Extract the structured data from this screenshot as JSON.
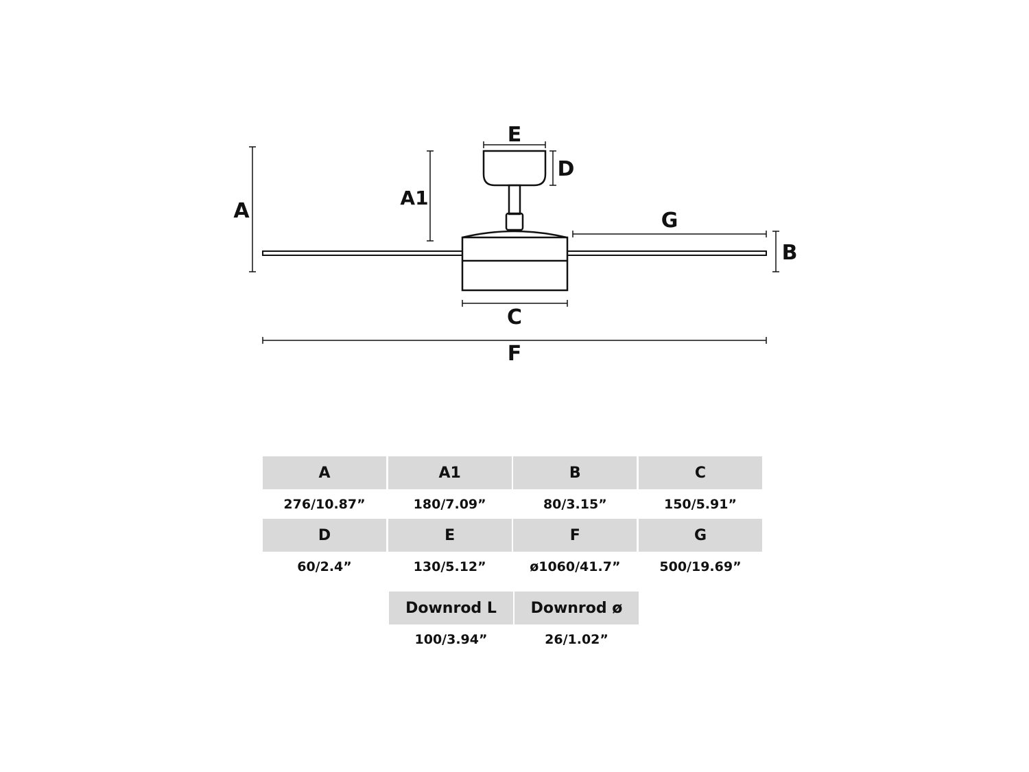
{
  "diagram": {
    "labels": {
      "A": "A",
      "A1": "A1",
      "B": "B",
      "C": "C",
      "D": "D",
      "E": "E",
      "F": "F",
      "G": "G"
    },
    "line_color": "#111111"
  },
  "table": {
    "header_bg": "#d9d9d9",
    "row1": {
      "labels": [
        "A",
        "A1",
        "B",
        "C"
      ],
      "values": [
        "276/10.87”",
        "180/7.09”",
        "80/3.15”",
        "150/5.91”"
      ]
    },
    "row2": {
      "labels": [
        "D",
        "E",
        "F",
        "G"
      ],
      "values": [
        "60/2.4”",
        "130/5.12”",
        "ø1060/41.7”",
        "500/19.69”"
      ]
    },
    "row3": {
      "labels": [
        "Downrod L",
        "Downrod ø"
      ],
      "values": [
        "100/3.94”",
        "26/1.02”"
      ]
    }
  }
}
